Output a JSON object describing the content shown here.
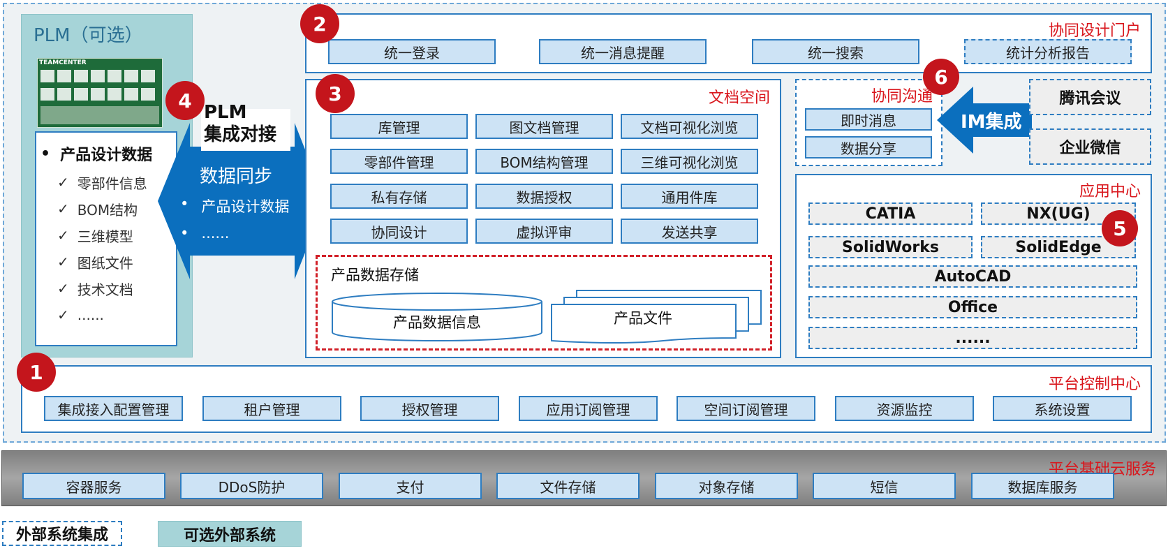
{
  "plm": {
    "title": "PLM（可选）",
    "thumbnail_heading": "TEAMCENTER",
    "main_item": "产品设计数据",
    "sub_items": [
      "零部件信息",
      "BOM结构",
      "三维模型",
      "图纸文件",
      "技术文档",
      "......"
    ]
  },
  "sync": {
    "title_line1": "PLM",
    "title_line2": "集成对接",
    "subtitle": "数据同步",
    "bullets": [
      "产品设计数据",
      "......"
    ]
  },
  "portal": {
    "title": "协同设计门户",
    "items": [
      "统一登录",
      "统一消息提醒",
      "统一搜索",
      "统计分析报告"
    ]
  },
  "doc_space": {
    "title": "文档空间",
    "items": [
      "库管理",
      "图文档管理",
      "文档可视化浏览",
      "零部件管理",
      "BOM结构管理",
      "三维可视化浏览",
      "私有存储",
      "数据授权",
      "通用件库",
      "协同设计",
      "虚拟评审",
      "发送共享"
    ]
  },
  "storage": {
    "title": "产品数据存储",
    "db_label": "产品数据信息",
    "files_label": "产品文件"
  },
  "comm": {
    "title": "协同沟通",
    "items": [
      "即时消息",
      "数据分享"
    ],
    "arrow_label": "IM集成",
    "external": [
      "腾讯会议",
      "企业微信"
    ]
  },
  "app_center": {
    "title": "应用中心",
    "items": [
      "CATIA",
      "NX(UG)",
      "SolidWorks",
      "SolidEdge",
      "AutoCAD",
      "Office",
      "......"
    ]
  },
  "control": {
    "title": "平台控制中心",
    "items": [
      "集成接入配置管理",
      "租户管理",
      "授权管理",
      "应用订阅管理",
      "空间订阅管理",
      "资源监控",
      "系统设置"
    ]
  },
  "infra": {
    "title": "平台基础云服务",
    "items": [
      "容器服务",
      "DDoS防护",
      "支付",
      "文件存储",
      "对象存储",
      "短信",
      "数据库服务"
    ]
  },
  "badges": [
    "1",
    "2",
    "3",
    "4",
    "5",
    "6"
  ],
  "legend": {
    "external": "外部系统集成",
    "optional": "可选外部系统"
  },
  "colors": {
    "accent_blue": "#0b6fbe",
    "border_blue": "#2e7dc1",
    "box_fill": "#cde3f5",
    "badge_red": "#c4151c",
    "title_red": "#d9161c",
    "plm_teal": "#a6d4d8"
  }
}
